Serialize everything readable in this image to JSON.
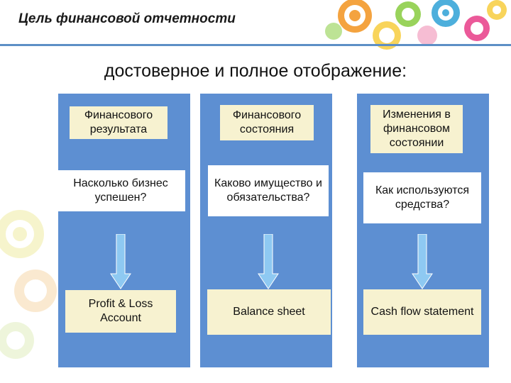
{
  "header": {
    "title": "Цель финансовой отчетности"
  },
  "subtitle": "достоверное и полное отображение:",
  "columns": [
    {
      "heading": "Финансового результата",
      "question": "Насколько бизнес успешен?",
      "statement": "Profit & Loss Account"
    },
    {
      "heading": "Финансового состояния",
      "question": "Каково имущество и обязательства?",
      "statement": "Balance sheet"
    },
    {
      "heading": "Изменения в финансовом состоянии",
      "question": "Как используются средства?",
      "statement": "Cash flow statement"
    }
  ],
  "colors": {
    "column": "#5d8fd2",
    "box": "#f7f2d0",
    "arrow": "#8ec9f2",
    "rule": "#5d8fc6"
  }
}
